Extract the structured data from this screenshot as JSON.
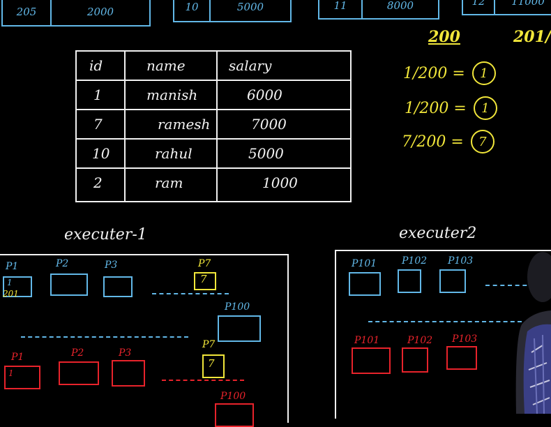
{
  "top_strip": [
    {
      "key": "205",
      "value": "2000"
    },
    {
      "key": "10",
      "value": "5000"
    },
    {
      "key": "11",
      "value": "8000"
    },
    {
      "key": "12",
      "value": "11000"
    }
  ],
  "table": {
    "headers": [
      "id",
      "name",
      "salary"
    ],
    "rows": [
      [
        "1",
        "manish",
        "6000"
      ],
      [
        "7",
        "ramesh",
        "7000"
      ],
      [
        "10",
        "rahul",
        "5000"
      ],
      [
        "2",
        "ram",
        "1000"
      ]
    ]
  },
  "hash_notes": {
    "header_200": "200",
    "header_201": "201/",
    "lines": [
      {
        "expr": "1/200 =",
        "result": "1"
      },
      {
        "expr": "1/200 =",
        "result": "1"
      },
      {
        "expr": "7/200 =",
        "result": "7"
      }
    ]
  },
  "executor1": {
    "title": "executer-1",
    "blue_partitions": [
      "P1",
      "P2",
      "P3",
      "P100"
    ],
    "blue_p1_content": "1",
    "blue_p1_note": "201",
    "yellow_partition": {
      "label": "P7",
      "content": "7"
    },
    "red_partitions": [
      "P1",
      "P2",
      "P3",
      "P100"
    ],
    "red_p1_content": "1",
    "yellow_partition2": {
      "label": "P7",
      "content": "7"
    }
  },
  "executor2": {
    "title": "executer2",
    "blue_partitions": [
      "P101",
      "P102",
      "P103"
    ],
    "red_partitions": [
      "P101",
      "P102",
      "P103"
    ]
  },
  "colors": {
    "background": "#000000",
    "chalk_white": "#f2f2f2",
    "blue": "#62b8e8",
    "yellow": "#f1e63a",
    "red": "#e8232b"
  }
}
